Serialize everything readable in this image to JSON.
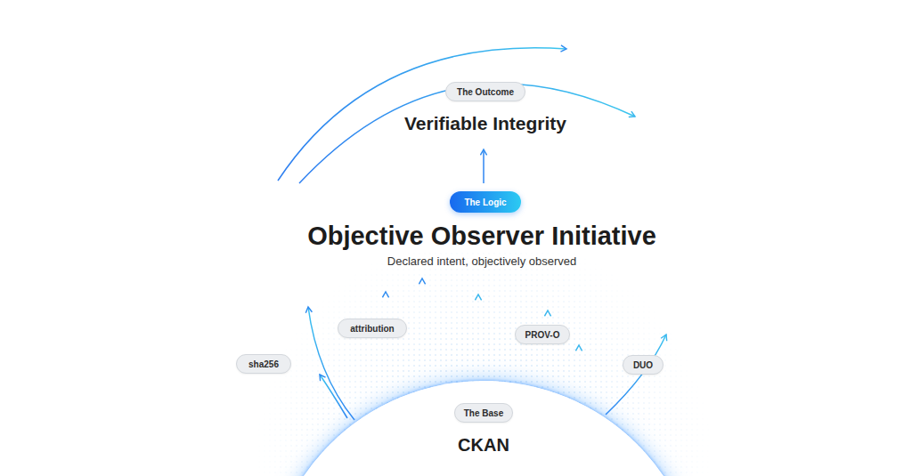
{
  "diagram": {
    "nodes": [
      {
        "text": [
          "The Outcome"
        ]
      },
      {
        "text": [
          "The Logic"
        ]
      },
      {
        "text": [
          "sha256"
        ]
      },
      {
        "text": [
          "attribution"
        ]
      },
      {
        "text": [
          "PROV-O"
        ]
      },
      {
        "text": [
          "DUO"
        ]
      },
      {
        "text": [
          "CKAN"
        ]
      },
      {
        "text": [
          "The Base"
        ],
        "in": 6
      }
    ],
    "labels": [
      "Verifiable Integrity",
      "Objective Observer Initiative",
      "Declared intent, objectively observed"
    ]
  }
}
